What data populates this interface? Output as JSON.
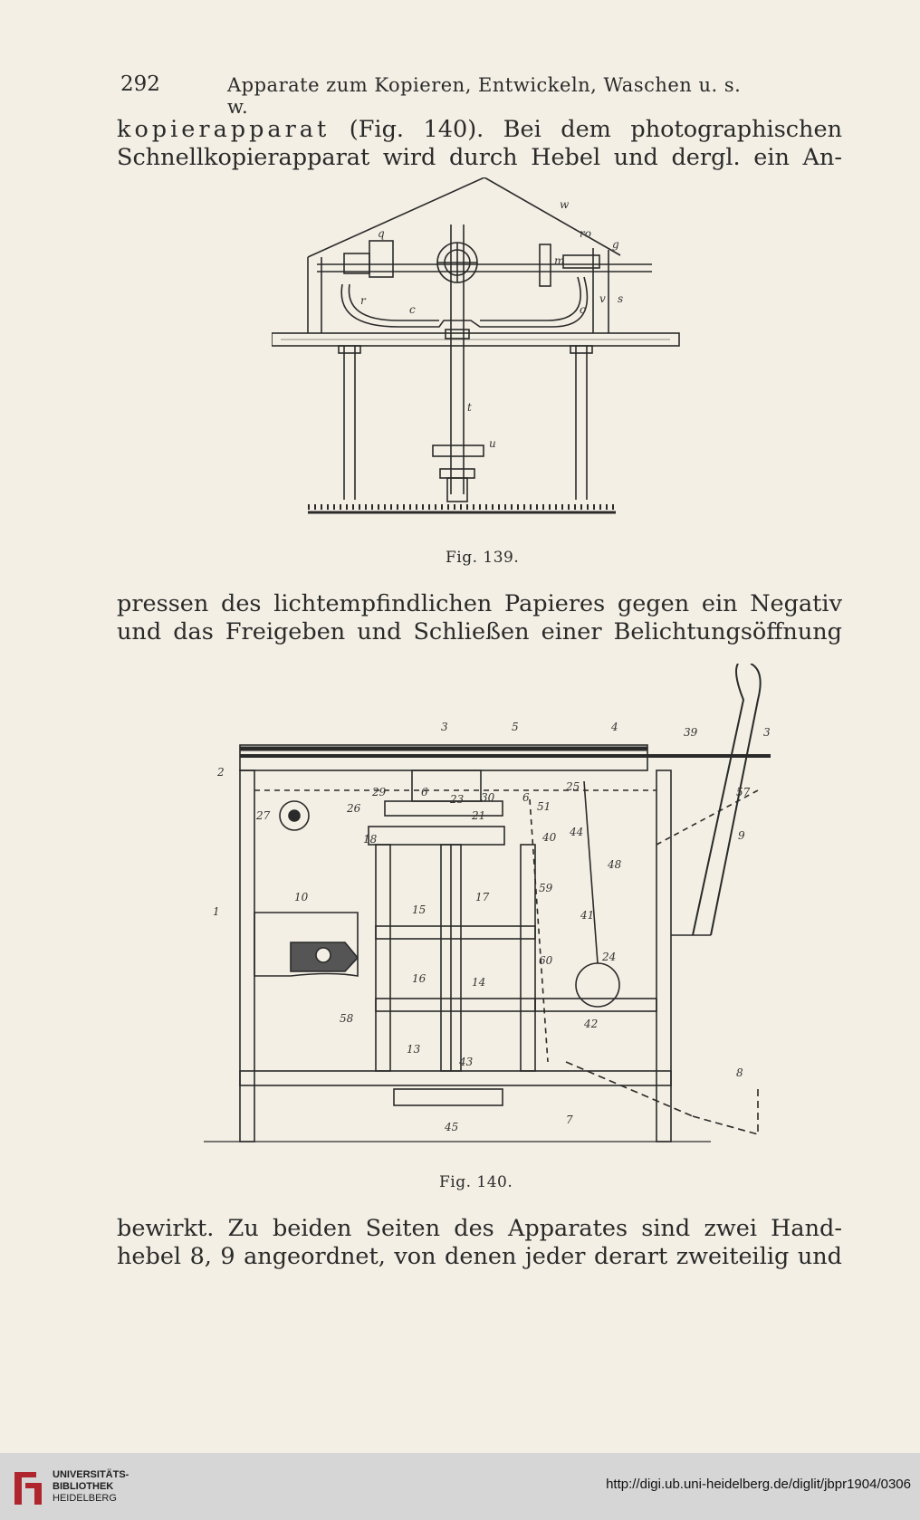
{
  "header": {
    "page_number": "292",
    "running_title": "Apparate zum Kopieren, Entwickeln, Waschen u. s. w."
  },
  "body": {
    "p1_line1_spaced": "kopierapparat",
    "p1_line1_rest": " (Fig. 140). Bei dem photographischen",
    "p1_line2": "Schnellkopierapparat wird durch Hebel und dergl. ein An-",
    "p2_line1": "pressen des lichtempfindlichen Papieres gegen ein Negativ",
    "p2_line2": "und das Freigeben und Schließen einer Belichtungsöffnung",
    "p3_line1": "bewirkt. Zu beiden Seiten des Apparates sind zwei Hand-",
    "p3_line2": "hebel 8, 9 angeordnet, von denen jeder derart zweiteilig und"
  },
  "figures": {
    "fig139": {
      "caption": "Fig. 139.",
      "labels": [
        "w",
        "q",
        "ro",
        "g",
        "m",
        "s",
        "v",
        "r",
        "c",
        "c",
        "t",
        "u"
      ]
    },
    "fig140": {
      "caption": "Fig. 140.",
      "labels": [
        "3",
        "5",
        "4",
        "39",
        "3",
        "2",
        "29",
        "6",
        "23",
        "30",
        "6",
        "25",
        "57",
        "27",
        "26",
        "21",
        "51",
        "40",
        "44",
        "9",
        "18",
        "48",
        "17",
        "59",
        "10",
        "15",
        "41",
        "1",
        "60",
        "24",
        "16",
        "14",
        "58",
        "42",
        "13",
        "43",
        "8",
        "7",
        "45"
      ]
    }
  },
  "footer": {
    "logo_lines": [
      "UNIVERSITÄTS-",
      "BIBLIOTHEK",
      "HEIDELBERG"
    ],
    "url": "http://digi.ub.uni-heidelberg.de/diglit/jbpr1904/0306"
  },
  "colors": {
    "paper": "#f3efe4",
    "ink": "#2a2a2a",
    "footer_bg": "#d6d6d6",
    "logo_red": "#b0262f"
  }
}
